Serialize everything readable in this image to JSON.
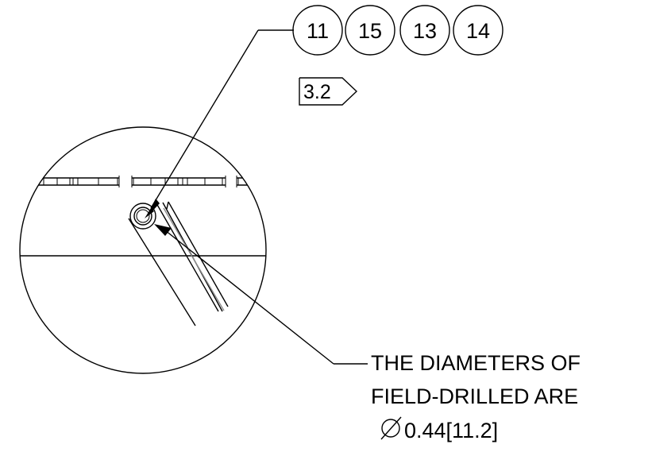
{
  "balloons": [
    {
      "label": "11"
    },
    {
      "label": "15"
    },
    {
      "label": "13"
    },
    {
      "label": "14"
    }
  ],
  "revision_flag": {
    "label": "3.2"
  },
  "note": {
    "line1": "THE DIAMETERS OF",
    "line2": "FIELD-DRILLED ARE",
    "diameter_value": "0.44[11.2]"
  },
  "colors": {
    "ink": "#000000",
    "secondary_line": "#8c8c8c",
    "background": "#ffffff"
  }
}
